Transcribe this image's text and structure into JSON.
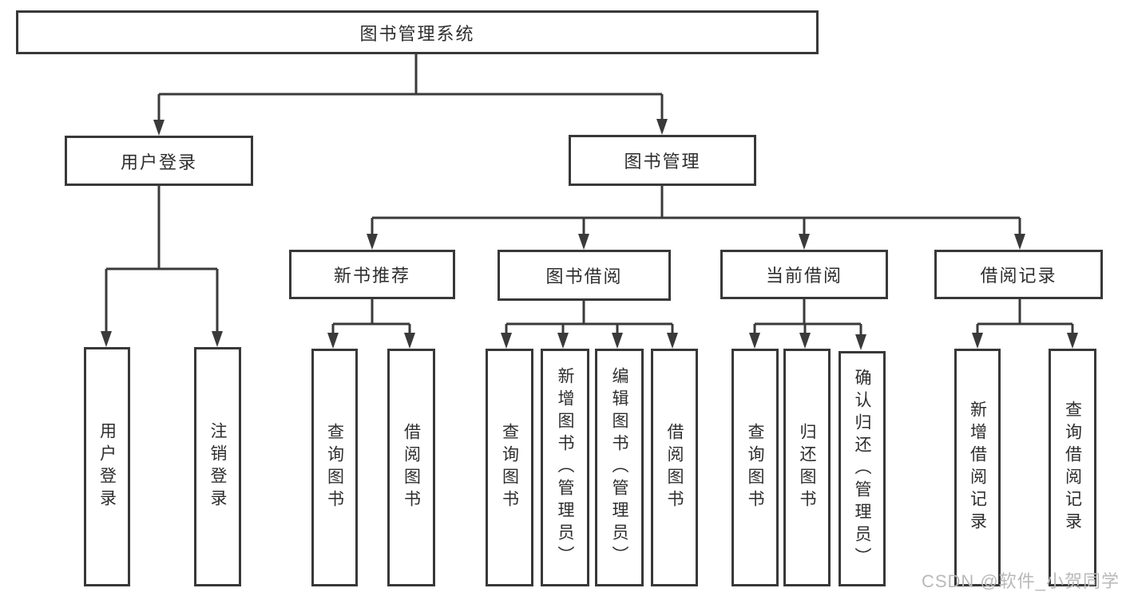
{
  "diagram": {
    "root": {
      "label": "图书管理系统"
    },
    "user_login": {
      "label": "用户登录",
      "children": [
        {
          "label": "用户登录"
        },
        {
          "label": "注销登录"
        }
      ]
    },
    "book_management": {
      "label": "图书管理",
      "sections": [
        {
          "label": "新书推荐",
          "children": [
            {
              "label": "查询图书"
            },
            {
              "label": "借阅图书"
            }
          ]
        },
        {
          "label": "图书借阅",
          "children": [
            {
              "label": "查询图书"
            },
            {
              "label": "新增图书（管理员）"
            },
            {
              "label": "编辑图书（管理员）"
            },
            {
              "label": "借阅图书"
            }
          ]
        },
        {
          "label": "当前借阅",
          "children": [
            {
              "label": "查询图书"
            },
            {
              "label": "归还图书"
            },
            {
              "label": "确认归还（管理员）"
            }
          ]
        },
        {
          "label": "借阅记录",
          "children": [
            {
              "label": "新增借阅记录"
            },
            {
              "label": "查询借阅记录"
            }
          ]
        }
      ]
    }
  },
  "watermark": {
    "text": "CSDN @软件_小贺同学"
  },
  "colors": {
    "line": "#3a3a3a",
    "box_border": "#383838",
    "text": "#2e2e2e",
    "background": "#ffffff",
    "watermark": "#b9b9b9"
  }
}
